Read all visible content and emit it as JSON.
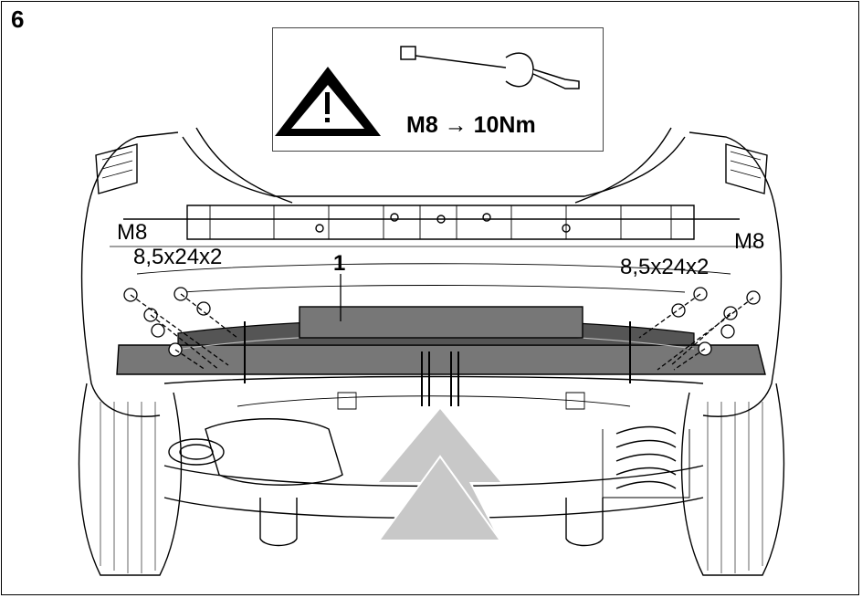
{
  "step_number": "6",
  "torque": {
    "spec": "M8 → 10Nm",
    "warning_icon": "warning-triangle-icon",
    "tool_icon": "torque-wrench-icon"
  },
  "labels": {
    "left_bolt": "M8",
    "left_bolt_spec": "8,5x24x2",
    "right_bolt": "M8",
    "right_bolt_spec": "8,5x24x2",
    "part_number": "1"
  },
  "colors": {
    "part_fill": "#777777",
    "arrow_fill": "#c8c8c8",
    "line": "#000000"
  }
}
